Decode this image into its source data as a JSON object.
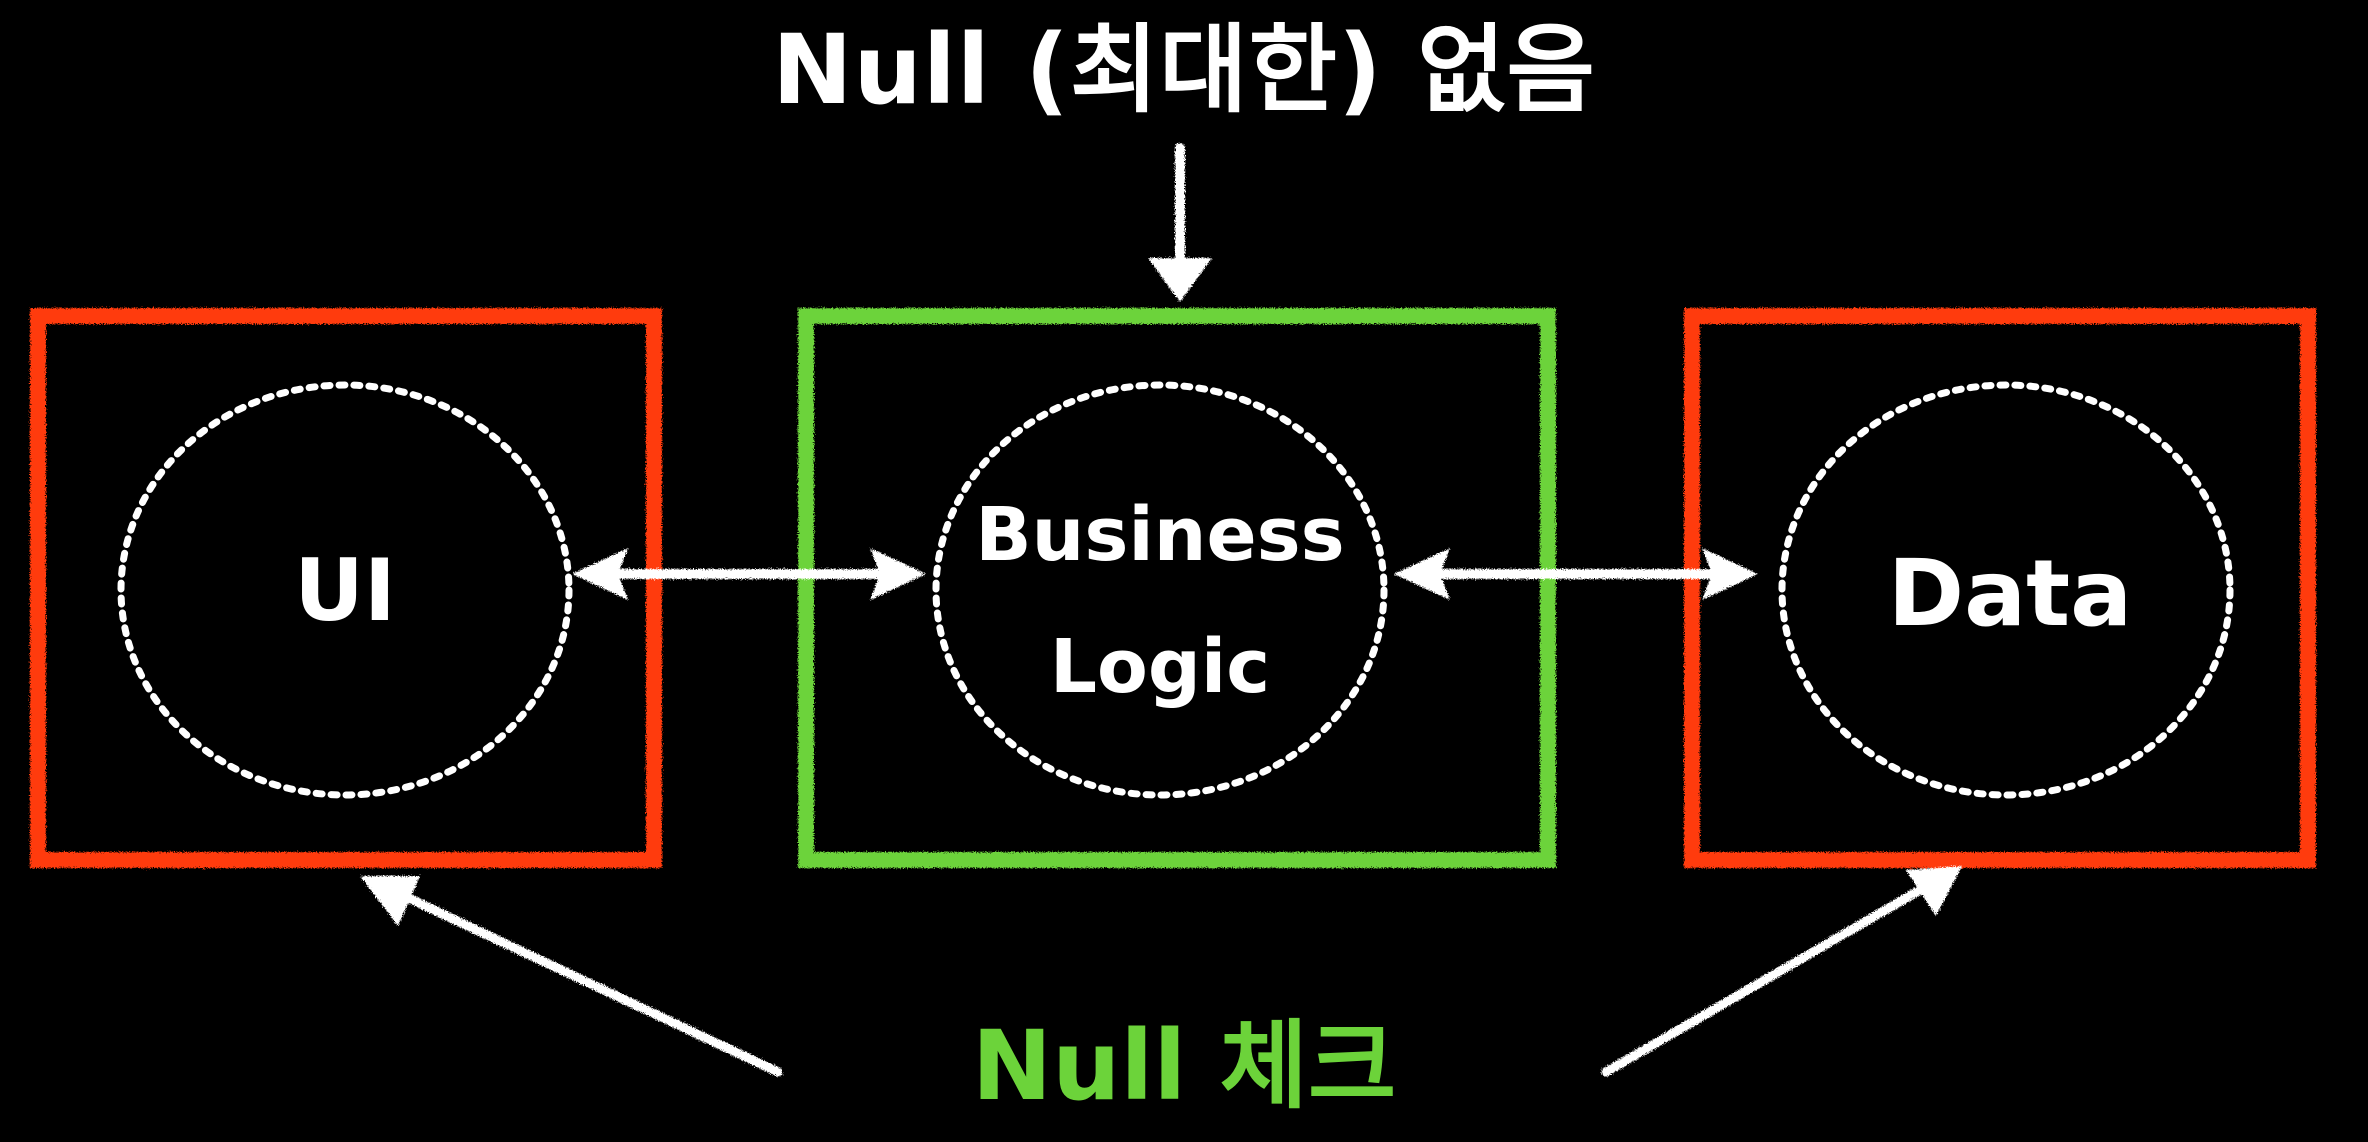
{
  "diagram": {
    "top_label": "Null (최대한) 없음",
    "bottom_label": "Null 체크",
    "nodes": {
      "ui": "UI",
      "business_line1": "Business",
      "business_line2": "Logic",
      "data": "Data"
    },
    "colors": {
      "background": "#000000",
      "red_box": "#ff3a10",
      "green_box": "#6cd33a",
      "chalk": "#ffffff",
      "bottom_label": "#6cd33a"
    }
  }
}
